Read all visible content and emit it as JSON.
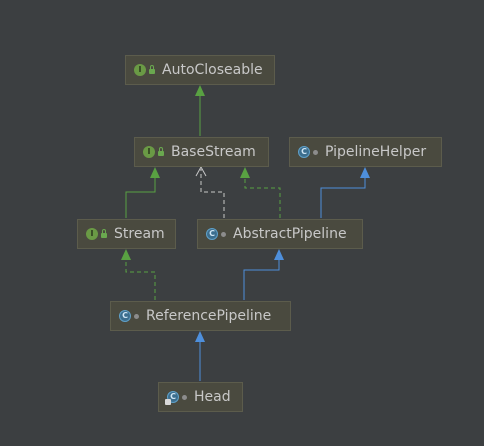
{
  "colors": {
    "background": "#3c3f41",
    "interface_edge": "#59a142",
    "class_edge": "#4e8fdc",
    "dependency_edge": "#c8c8c8"
  },
  "nodes": {
    "autocloseable": {
      "name": "AutoCloseable",
      "kind": "interface",
      "badge": "I",
      "visibility_icon": "lock-icon"
    },
    "basestream": {
      "name": "BaseStream",
      "kind": "interface",
      "badge": "I",
      "visibility_icon": "lock-icon"
    },
    "pipelinehelper": {
      "name": "PipelineHelper",
      "kind": "abstract-class",
      "badge": "C",
      "visibility_icon": "dot-icon"
    },
    "stream": {
      "name": "Stream",
      "kind": "interface",
      "badge": "I",
      "visibility_icon": "lock-icon"
    },
    "abstractpipeline": {
      "name": "AbstractPipeline",
      "kind": "abstract-class",
      "badge": "C",
      "visibility_icon": "dot-icon"
    },
    "referencepipeline": {
      "name": "ReferencePipeline",
      "kind": "abstract-class",
      "badge": "C",
      "visibility_icon": "dot-icon"
    },
    "head": {
      "name": "Head",
      "kind": "class",
      "badge": "C",
      "visibility_icon": "dot-icon"
    }
  },
  "edges": [
    {
      "from": "basestream",
      "to": "autocloseable",
      "type": "extends-interface",
      "style": "solid-green"
    },
    {
      "from": "stream",
      "to": "basestream",
      "type": "extends-interface",
      "style": "solid-green"
    },
    {
      "from": "abstractpipeline",
      "to": "basestream",
      "type": "dependency",
      "style": "dashed-white"
    },
    {
      "from": "abstractpipeline",
      "to": "basestream",
      "type": "implements",
      "style": "dashed-green"
    },
    {
      "from": "abstractpipeline",
      "to": "pipelinehelper",
      "type": "extends-class",
      "style": "solid-blue"
    },
    {
      "from": "referencepipeline",
      "to": "stream",
      "type": "implements",
      "style": "dashed-green"
    },
    {
      "from": "referencepipeline",
      "to": "abstractpipeline",
      "type": "extends-class",
      "style": "solid-blue"
    },
    {
      "from": "head",
      "to": "referencepipeline",
      "type": "extends-class",
      "style": "solid-blue"
    }
  ]
}
